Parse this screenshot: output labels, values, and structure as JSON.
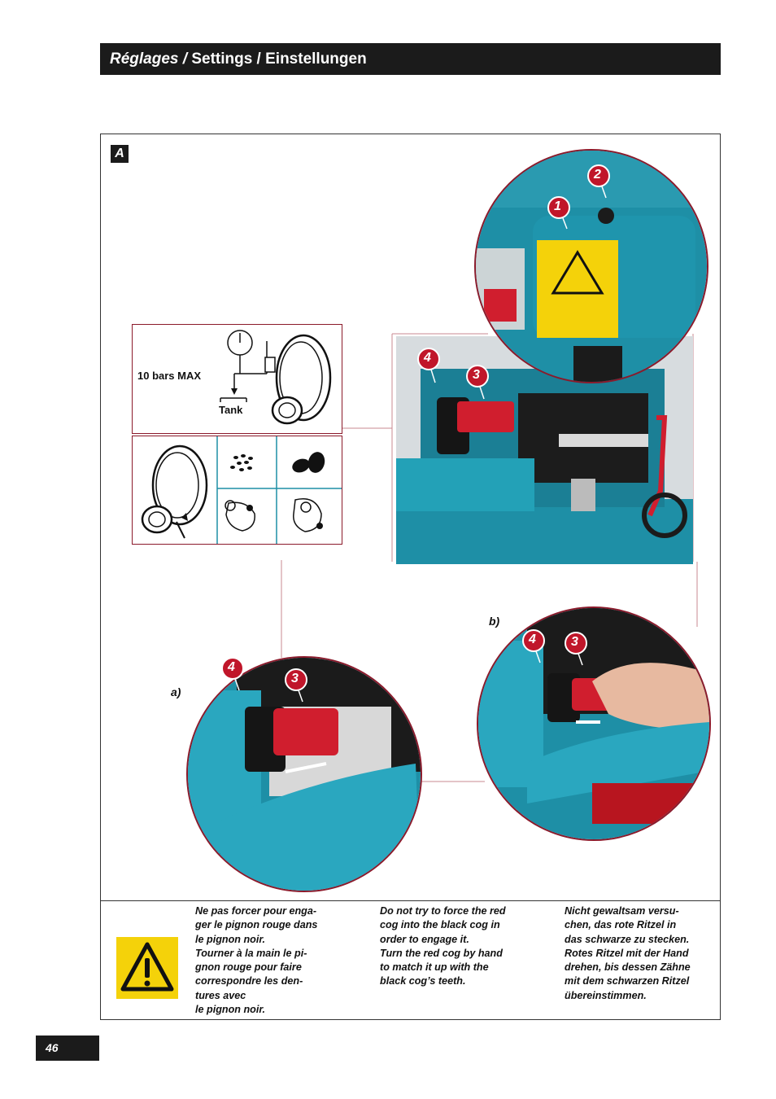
{
  "header": {
    "title_fr": "Réglages /",
    "title_rest": "Settings / Einstellungen"
  },
  "section_label": "A",
  "diagram": {
    "pressure_label": "10 bars MAX",
    "tank_label": "Tank"
  },
  "photos": {
    "top_callouts": [
      "1",
      "2"
    ],
    "middle_callouts": [
      "4",
      "3"
    ],
    "a_callouts": [
      "4",
      "3"
    ],
    "b_callouts": [
      "4",
      "3"
    ],
    "caption_a": "a)",
    "caption_b": "b)"
  },
  "warning": {
    "fr": "Ne pas forcer pour enga-\nger le pignon rouge dans\nle pignon noir.\nTourner à la main le pi-\ngnon rouge pour faire\ncorrespondre les den-\ntures avec\nle pignon noir.",
    "en": "Do not try to force the red\ncog into the black cog in\norder to engage it.\nTurn the red cog by hand\nto match it up with the\nblack cog’s teeth.",
    "de": "Nicht gewaltsam versu-\nchen, das rote Ritzel in\ndas schwarze zu stecken.\nRotes Ritzel mit der Hand\ndrehen, bis dessen Zähne\nmit dem schwarzen Ritzel\nübereinstimmen."
  },
  "page_number": "46",
  "colors": {
    "teal": "#1e8fa6",
    "red": "#d01e2e",
    "callout": "#c0162a",
    "warning_yellow": "#f4d20a",
    "frame_line": "#8b1a2b"
  }
}
